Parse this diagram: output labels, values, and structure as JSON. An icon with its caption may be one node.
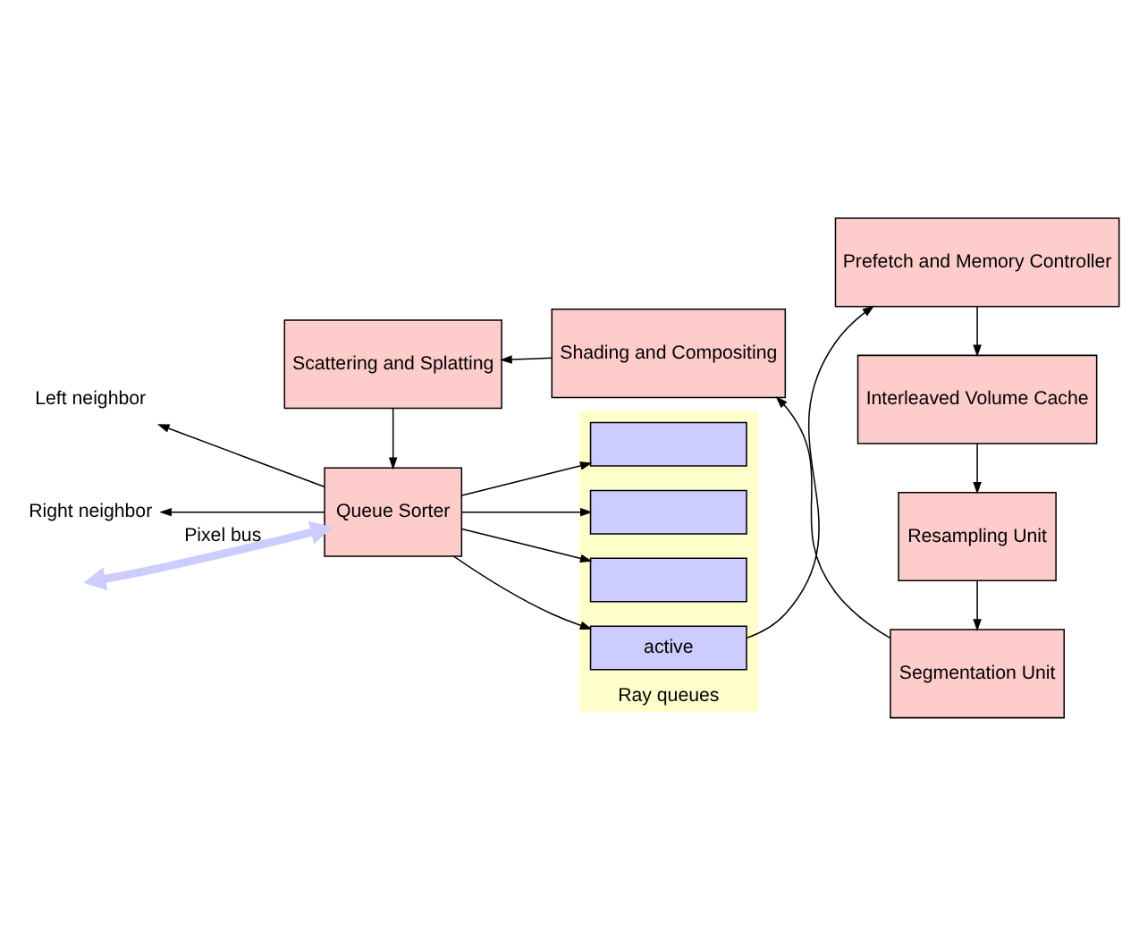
{
  "diagram": {
    "nodes": [
      {
        "text": [
          "Ray queues"
        ]
      },
      {
        "text": [
          "active"
        ],
        "in": 0
      },
      {
        "text": [],
        "shape": "box",
        "in": 0
      },
      {
        "text": [],
        "shape": "box",
        "in": 0
      },
      {
        "text": [],
        "shape": "box",
        "in": 0
      },
      {
        "text": [
          "Prefetch and Memory Controller"
        ]
      },
      {
        "text": [
          "Interleaved Volume Cache"
        ]
      },
      {
        "text": [
          "Resampling Unit"
        ]
      },
      {
        "text": [
          "Segmentation Unit"
        ]
      },
      {
        "text": [
          "Shading and Compositing"
        ]
      },
      {
        "text": [
          "Scattering and Splatting"
        ]
      },
      {
        "text": [
          "Queue Sorter"
        ]
      },
      {
        "text": [
          "Left neighbor"
        ]
      },
      {
        "text": [
          "Right neighbor"
        ]
      }
    ],
    "edges": [
      {
        "from": 11,
        "to": 12,
        "arrow": "to"
      },
      {
        "from": 11,
        "to": 13,
        "arrow": "to"
      },
      {
        "from": 11,
        "to": 1,
        "arrow": "to"
      },
      {
        "from": 11,
        "to": 2,
        "arrow": "to"
      },
      {
        "from": 11,
        "to": 3,
        "arrow": "to"
      },
      {
        "from": 11,
        "to": 4,
        "arrow": "to"
      },
      {
        "from": 1,
        "to": 5,
        "arrow": "to"
      },
      {
        "from": 5,
        "to": 6,
        "arrow": "to"
      },
      {
        "from": 6,
        "to": 7,
        "arrow": "to"
      },
      {
        "from": 7,
        "to": 8,
        "arrow": "to"
      },
      {
        "from": 8,
        "to": 9,
        "arrow": "to"
      },
      {
        "from": 9,
        "to": 10,
        "arrow": "to"
      },
      {
        "from": 10,
        "to": 11,
        "arrow": "to"
      },
      {
        "from": null,
        "to": 11,
        "arrow": "both",
        "label": "Pixel bus",
        "style": "thick",
        "color": "#ccccff"
      }
    ]
  }
}
